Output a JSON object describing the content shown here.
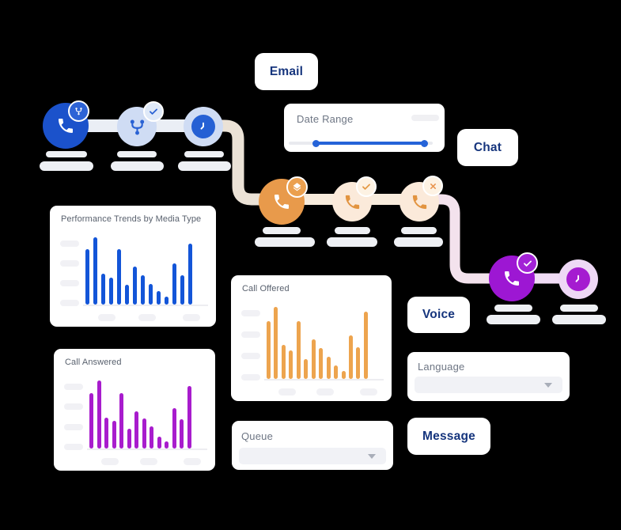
{
  "canvas": {
    "background": "#000000"
  },
  "media_buttons": {
    "email": "Email",
    "chat": "Chat",
    "voice": "Voice",
    "message": "Message"
  },
  "filters": {
    "date_range": {
      "label": "Date Range",
      "slider": {
        "start_pct": 18,
        "end_pct": 95
      }
    },
    "language": {
      "label": "Language",
      "value": ""
    },
    "queue": {
      "label": "Queue",
      "value": ""
    }
  },
  "flow": {
    "email_nodes": [
      {
        "circle_icon": "phone-icon",
        "badge_icon": "branch-icon"
      },
      {
        "circle_icon": "branch-icon",
        "badge_icon": "check-icon"
      },
      {
        "circle_icon": "clock-icon",
        "badge_icon": null
      }
    ],
    "chat_nodes": [
      {
        "circle_icon": "phone-icon",
        "badge_icon": "layers-icon"
      },
      {
        "circle_icon": "phone-icon",
        "badge_icon": "check-icon"
      },
      {
        "circle_icon": "phone-icon",
        "badge_icon": "close-icon"
      }
    ],
    "voice_nodes": [
      {
        "circle_icon": "phone-icon",
        "badge_icon": "check-icon"
      },
      {
        "circle_icon": "clock-icon",
        "badge_icon": null
      }
    ]
  },
  "colors": {
    "blue": "#1b52cb",
    "blue_light": "#cfdcf4",
    "orange": "#e89a4b",
    "orange_light": "#fbeada",
    "purple": "#9d17d3",
    "purple_light": "#eed8f5",
    "navy_text": "#16357d",
    "label_text": "#6e7684",
    "slider_blue": "#2563d8",
    "connector_beige": "#ebe2d6",
    "connector_pink": "#f3e2ed",
    "connector_blue_grey": "#eaeef5",
    "connector_peach": "#f8ecdd",
    "connector_lavender": "#f0dcf5"
  },
  "chart_data": [
    {
      "type": "bar",
      "title": "Performance Trends by Media Type",
      "color": "#1355d8",
      "values": [
        82,
        100,
        46,
        40,
        82,
        29,
        56,
        44,
        31,
        20,
        12,
        61,
        44,
        91
      ],
      "ylim": [
        0,
        100
      ],
      "grid": false
    },
    {
      "type": "bar",
      "title": "Call Offered",
      "color": "#eda44e",
      "values": [
        80,
        100,
        47,
        40,
        80,
        28,
        55,
        43,
        31,
        19,
        11,
        60,
        44,
        93
      ],
      "ylim": [
        0,
        100
      ],
      "grid": false
    },
    {
      "type": "bar",
      "title": "Call Answered",
      "color": "#a81ccd",
      "values": [
        81,
        100,
        45,
        41,
        81,
        29,
        55,
        44,
        32,
        18,
        10,
        59,
        43,
        92
      ],
      "ylim": [
        0,
        100
      ],
      "grid": false
    }
  ]
}
